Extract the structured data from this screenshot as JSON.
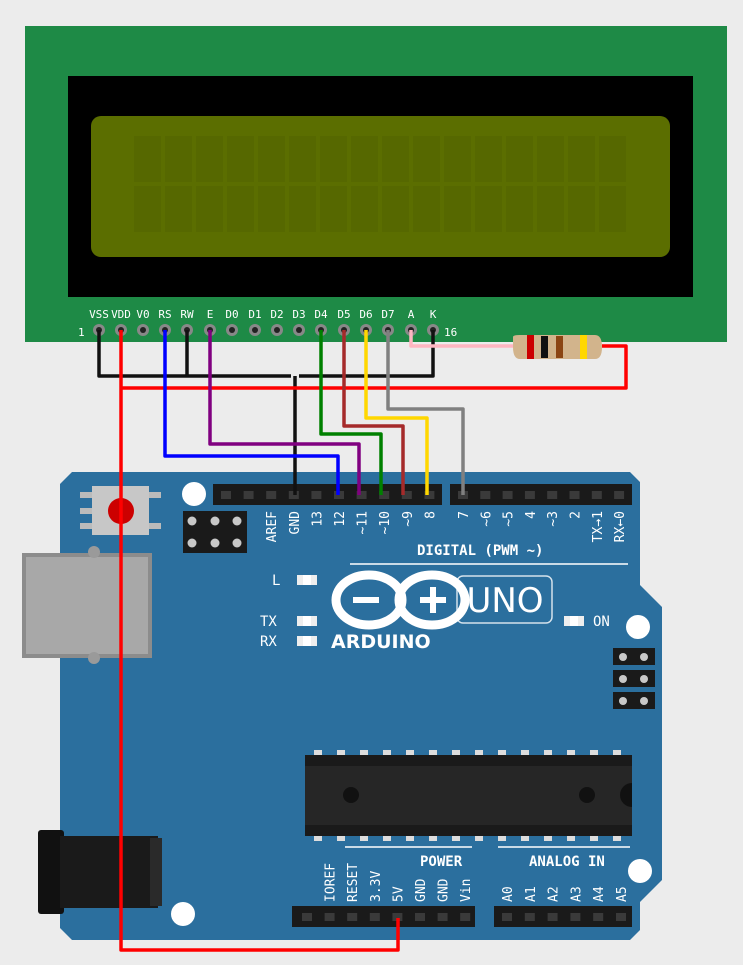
{
  "lcd": {
    "pins": [
      "VSS",
      "VDD",
      "V0",
      "RS",
      "RW",
      "E",
      "D0",
      "D1",
      "D2",
      "D3",
      "D4",
      "D5",
      "D6",
      "D7",
      "A",
      "K"
    ],
    "pin_first": "1",
    "pin_last": "16",
    "board_color": "#1e8a46",
    "screen_color": "#5b6e00"
  },
  "arduino": {
    "board_color": "#2b6f9e",
    "logo_text": "ARDUINO",
    "model": "UNO",
    "on_label": "ON",
    "led_labels": [
      "L",
      "TX",
      "RX"
    ],
    "digital_label": "DIGITAL (PWM ~)",
    "digital_pins": [
      "AREF",
      "GND",
      "13",
      "12",
      "~11",
      "~10",
      "~9",
      "8",
      "7",
      "~6",
      "~5",
      "4",
      "~3",
      "2",
      "TX→1",
      "RX←0"
    ],
    "power_label": "POWER",
    "power_pins": [
      "IOREF",
      "RESET",
      "3.3V",
      "5V",
      "GND",
      "GND",
      "Vin"
    ],
    "analog_label": "ANALOG IN",
    "analog_pins": [
      "A0",
      "A1",
      "A2",
      "A3",
      "A4",
      "A5"
    ]
  },
  "wires": {
    "black": "#111111",
    "red": "#ff0000",
    "blue": "#0000ff",
    "purple": "#800080",
    "green": "#008000",
    "brown": "#a52a2a",
    "yellow": "#ffd700",
    "gray": "#808080",
    "pink": "#ffb6c1"
  }
}
